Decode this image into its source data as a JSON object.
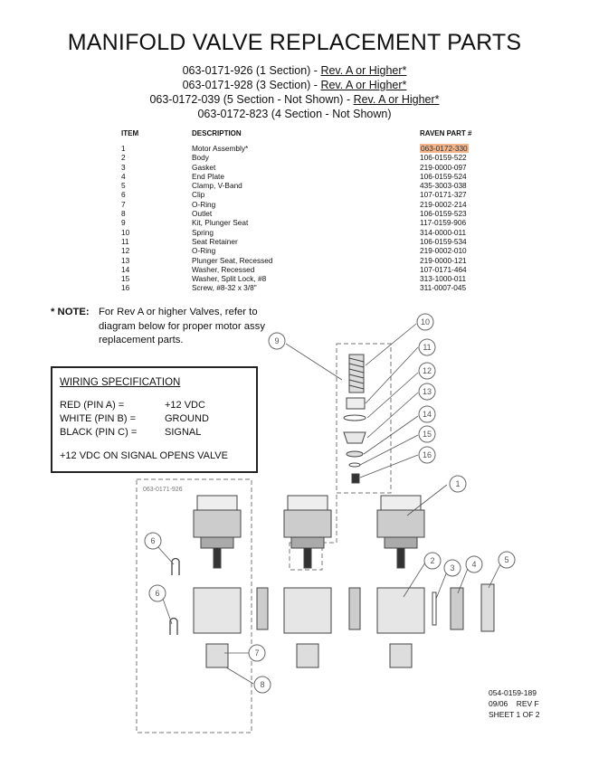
{
  "header": {
    "title": "MANIFOLD VALVE REPLACEMENT PARTS",
    "subtitles": [
      {
        "prefix": "063-0171-926 (1 Section) - ",
        "rev": "Rev. A or Higher*"
      },
      {
        "prefix": "063-0171-928 (3 Section) - ",
        "rev": "Rev. A or Higher*"
      },
      {
        "prefix": "063-0172-039 (5 Section - Not Shown) - ",
        "rev": "Rev. A or Higher*"
      },
      {
        "prefix": "063-0172-823 (4 Section - Not Shown)",
        "rev": ""
      }
    ]
  },
  "parts_table": {
    "headers": {
      "item": "ITEM",
      "description": "DESCRIPTION",
      "part": "RAVEN PART #"
    },
    "rows": [
      {
        "item": "1",
        "description": "Motor Assembly*",
        "part": "063-0172-330",
        "highlight": true
      },
      {
        "item": "2",
        "description": "Body",
        "part": "106-0159-522"
      },
      {
        "item": "3",
        "description": "Gasket",
        "part": "219-0000-097"
      },
      {
        "item": "4",
        "description": "End Plate",
        "part": "106-0159-524"
      },
      {
        "item": "5",
        "description": "Clamp, V-Band",
        "part": "435-3003-038"
      },
      {
        "item": "6",
        "description": "Clip",
        "part": "107-0171-327"
      },
      {
        "item": "7",
        "description": "O-Ring",
        "part": "219-0002-214"
      },
      {
        "item": "8",
        "description": "Outlet",
        "part": "106-0159-523"
      },
      {
        "item": "9",
        "description": "Kit, Plunger Seat",
        "part": "117-0159-906"
      },
      {
        "item": "10",
        "description": "Spring",
        "part": "314-0000-011"
      },
      {
        "item": "11",
        "description": "Seat Retainer",
        "part": "106-0159-534"
      },
      {
        "item": "12",
        "description": "O-Ring",
        "part": "219-0002-010"
      },
      {
        "item": "13",
        "description": "Plunger Seat, Recessed",
        "part": "219-0000-121"
      },
      {
        "item": "14",
        "description": "Washer, Recessed",
        "part": "107-0171-464"
      },
      {
        "item": "15",
        "description": "Washer, Split Lock, #8",
        "part": "313-1000-011"
      },
      {
        "item": "16",
        "description": "Screw, #8-32 x 3/8\"",
        "part": "311-0007-045"
      }
    ]
  },
  "note": {
    "label": "* NOTE:",
    "lines": [
      "For Rev A or higher Valves, refer to",
      "diagram below for proper motor assy",
      "replacement parts."
    ]
  },
  "wiring": {
    "title": "WIRING SPECIFICATION",
    "rows": [
      {
        "label": "RED (PIN A) =",
        "value": "+12 VDC"
      },
      {
        "label": "WHITE (PIN B) =",
        "value": "GROUND"
      },
      {
        "label": "BLACK (PIN C) =",
        "value": "SIGNAL"
      }
    ],
    "signal_note": "+12 VDC ON SIGNAL OPENS VALVE"
  },
  "diagram": {
    "box_label": "063-0171-926",
    "callouts": [
      "1",
      "2",
      "3",
      "4",
      "5",
      "6",
      "6",
      "7",
      "8",
      "9",
      "10",
      "11",
      "12",
      "13",
      "14",
      "15",
      "16"
    ]
  },
  "footer": {
    "doc_number": "054-0159-189",
    "date_rev": "09/06    REV F",
    "sheet": "SHEET 1 OF 2"
  }
}
